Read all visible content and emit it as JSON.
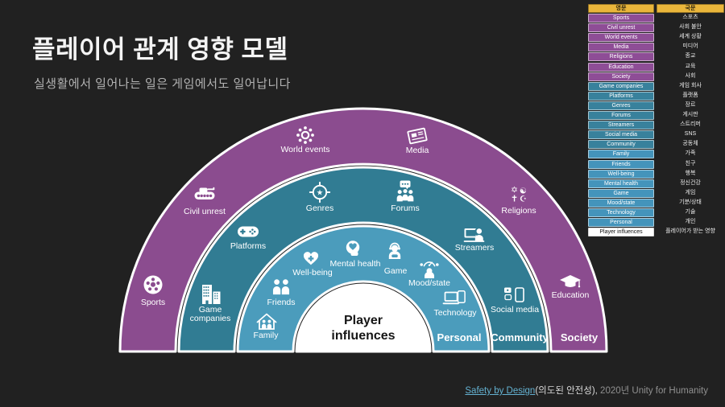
{
  "title": "플레이어 관계 영향 모델",
  "subtitle": "실생활에서 일어나는 일은 게임에서도 일어납니다",
  "legend": {
    "header": {
      "en": "영문",
      "ko": "국문"
    },
    "rows": [
      {
        "en": "Sports",
        "ko": "스포츠",
        "group": "society"
      },
      {
        "en": "Civil unrest",
        "ko": "사회 불안",
        "group": "society"
      },
      {
        "en": "World events",
        "ko": "세계 상황",
        "group": "society"
      },
      {
        "en": "Media",
        "ko": "미디어",
        "group": "society"
      },
      {
        "en": "Religions",
        "ko": "종교",
        "group": "society"
      },
      {
        "en": "Education",
        "ko": "교육",
        "group": "society"
      },
      {
        "en": "Society",
        "ko": "사회",
        "group": "society"
      },
      {
        "en": "Game companies",
        "ko": "게임 회사",
        "group": "community"
      },
      {
        "en": "Platforms",
        "ko": "플랫폼",
        "group": "community"
      },
      {
        "en": "Genres",
        "ko": "장르",
        "group": "community"
      },
      {
        "en": "Forums",
        "ko": "게시판",
        "group": "community"
      },
      {
        "en": "Streamers",
        "ko": "스트리머",
        "group": "community"
      },
      {
        "en": "Social media",
        "ko": "SNS",
        "group": "community"
      },
      {
        "en": "Community",
        "ko": "공동체",
        "group": "community"
      },
      {
        "en": "Family",
        "ko": "가족",
        "group": "personal"
      },
      {
        "en": "Friends",
        "ko": "친구",
        "group": "personal"
      },
      {
        "en": "Well-being",
        "ko": "행복",
        "group": "personal"
      },
      {
        "en": "Mental health",
        "ko": "정신건강",
        "group": "personal"
      },
      {
        "en": "Game",
        "ko": "게임",
        "group": "personal"
      },
      {
        "en": "Mood/state",
        "ko": "기분/상태",
        "group": "personal"
      },
      {
        "en": "Technology",
        "ko": "기술",
        "group": "personal"
      },
      {
        "en": "Personal",
        "ko": "개인",
        "group": "personal"
      },
      {
        "en": "Player influences",
        "ko": "플레이어가 받는 영향",
        "group": "player"
      }
    ]
  },
  "diagram": {
    "center": {
      "line1": "Player",
      "line2": "influences"
    },
    "rings": {
      "society": {
        "label": "Society",
        "color": "#8b4c8f",
        "items": {
          "sports": {
            "label": "Sports",
            "icon": "soccer-ball-icon"
          },
          "civil_unrest": {
            "label": "Civil unrest",
            "icon": "tank-icon"
          },
          "world_events": {
            "label": "World events",
            "icon": "virus-network-icon"
          },
          "media": {
            "label": "Media",
            "icon": "newspaper-icon"
          },
          "religions": {
            "label": "Religions",
            "icon": "religion-symbols-icon",
            "glyphs": [
              "✡",
              "☯",
              "✝",
              "☪"
            ]
          },
          "education": {
            "label": "Education",
            "icon": "graduation-cap-icon"
          }
        }
      },
      "community": {
        "label": "Community",
        "color": "#317c93",
        "items": {
          "game_companies": {
            "label1": "Game",
            "label2": "companies",
            "icon": "buildings-icon"
          },
          "platforms": {
            "label": "Platforms",
            "icon": "gamepad-icon"
          },
          "genres": {
            "label": "Genres",
            "icon": "crosshair-star-icon",
            "star_glyph": "★"
          },
          "forums": {
            "label": "Forums",
            "icon": "people-chat-icon"
          },
          "streamers": {
            "label": "Streamers",
            "icon": "streamer-desk-icon"
          },
          "social_media": {
            "label": "Social media",
            "icon": "phone-bubbles-icon"
          }
        }
      },
      "personal": {
        "label": "Personal",
        "color": "#4b9cbc",
        "items": {
          "family": {
            "label": "Family",
            "icon": "house-family-icon"
          },
          "friends": {
            "label": "Friends",
            "icon": "two-people-icon"
          },
          "well_being": {
            "label": "Well-being",
            "icon": "heart-cross-icon"
          },
          "mental_health": {
            "label": "Mental health",
            "icon": "head-heart-icon"
          },
          "game": {
            "label": "Game",
            "icon": "gamer-headset-icon"
          },
          "mood_state": {
            "label": "Mood/state",
            "icon": "mood-gauge-icon"
          },
          "technology": {
            "label": "Technology",
            "icon": "laptop-phone-icon"
          }
        }
      }
    }
  },
  "footer": {
    "link": "Safety by Design",
    "korean": "(의도된 안전성),",
    "rest": " 2020년 Unity for Humanity"
  },
  "colors": {
    "background": "#212121",
    "society_purple": "#8b4c8f",
    "community_teal": "#317c93",
    "personal_blue": "#4b9cbc",
    "legend_header_yellow": "#eab63b",
    "link_blue": "#64b2d2"
  }
}
